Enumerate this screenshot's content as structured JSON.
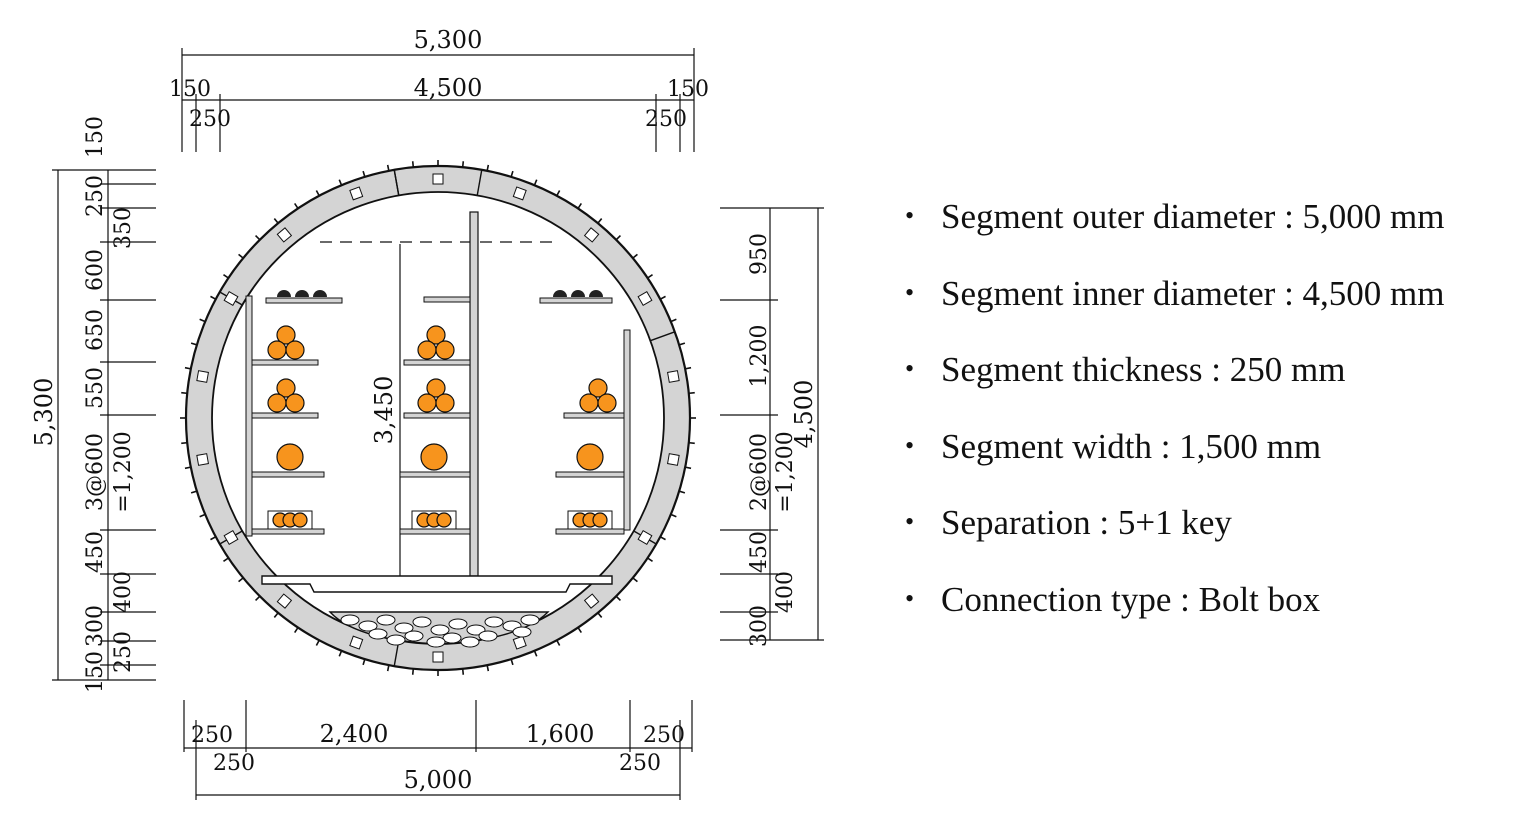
{
  "diagram": {
    "top_dims": {
      "overall": "5,300",
      "inner": "4,500",
      "left_outer": "150",
      "left_inner": "250",
      "right_outer": "150",
      "right_inner": "250"
    },
    "bottom_dims": {
      "left_outer": "250",
      "left_inner": "250",
      "left_span": "2,400",
      "right_span": "1,600",
      "right_outer": "250",
      "right_inner": "250",
      "overall": "5,000"
    },
    "left_dims": {
      "overall": "5,300",
      "stack": [
        "150",
        "250",
        "350",
        "600",
        "650",
        "550",
        "3@600",
        "=1,200",
        "450",
        "400",
        "300",
        "250",
        "150"
      ]
    },
    "right_dims": {
      "overall": "4,500",
      "stack": [
        "950",
        "1,200",
        "2@600",
        "=1,200",
        "450",
        "400",
        "300"
      ]
    },
    "center_height": "3,450",
    "colors": {
      "cable": "#f7941d",
      "lining": "#d4d4d4",
      "line": "#111111"
    }
  },
  "specs": [
    "Segment outer diameter : 5,000 mm",
    "Segment inner diameter : 4,500 mm",
    "Segment thickness : 250 mm",
    "Segment width : 1,500 mm",
    "Separation : 5+1 key",
    "Connection type : Bolt box"
  ]
}
